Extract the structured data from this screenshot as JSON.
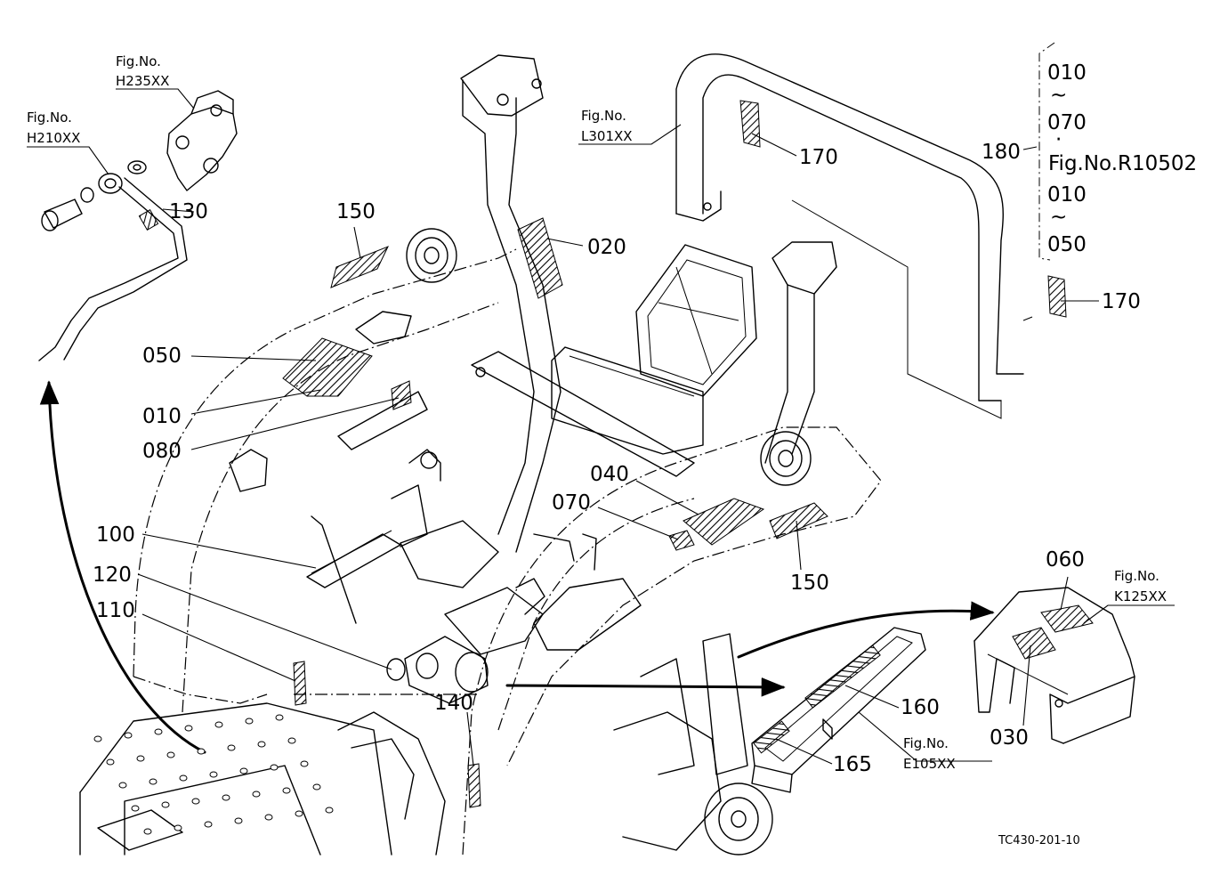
{
  "refs": {
    "r130": "130",
    "r150a": "150",
    "r020": "020",
    "r050": "050",
    "r010": "010",
    "r080": "080",
    "r170a": "170",
    "r170b": "170",
    "r180": "180",
    "r040": "040",
    "r070": "070",
    "r150b": "150",
    "r100": "100",
    "r120": "120",
    "r110": "110",
    "r140": "140",
    "r060": "060",
    "r030": "030",
    "r160": "160",
    "r165": "165"
  },
  "fig_refs": {
    "h235_label": "Fig.No.",
    "h235_code": "H235XX",
    "h210_label": "Fig.No.",
    "h210_code": "H210XX",
    "l301_label": "Fig.No.",
    "l301_code": "L301XX",
    "k125_label": "Fig.No.",
    "k125_code": "K125XX",
    "e105_label": "Fig.No.",
    "e105_code": "E105XX"
  },
  "bracket": {
    "line1": "010",
    "tilde1": "~",
    "line2": "070",
    "dot": "·",
    "fig": "Fig.No.R10502",
    "line3": "010",
    "tilde2": "~",
    "line4": "050"
  },
  "drawing_code": "TC430-201-10",
  "icons": [
    "hatched-label-icon",
    "arrow-icon"
  ],
  "colors": {
    "ink": "#000000",
    "paper": "#ffffff"
  }
}
